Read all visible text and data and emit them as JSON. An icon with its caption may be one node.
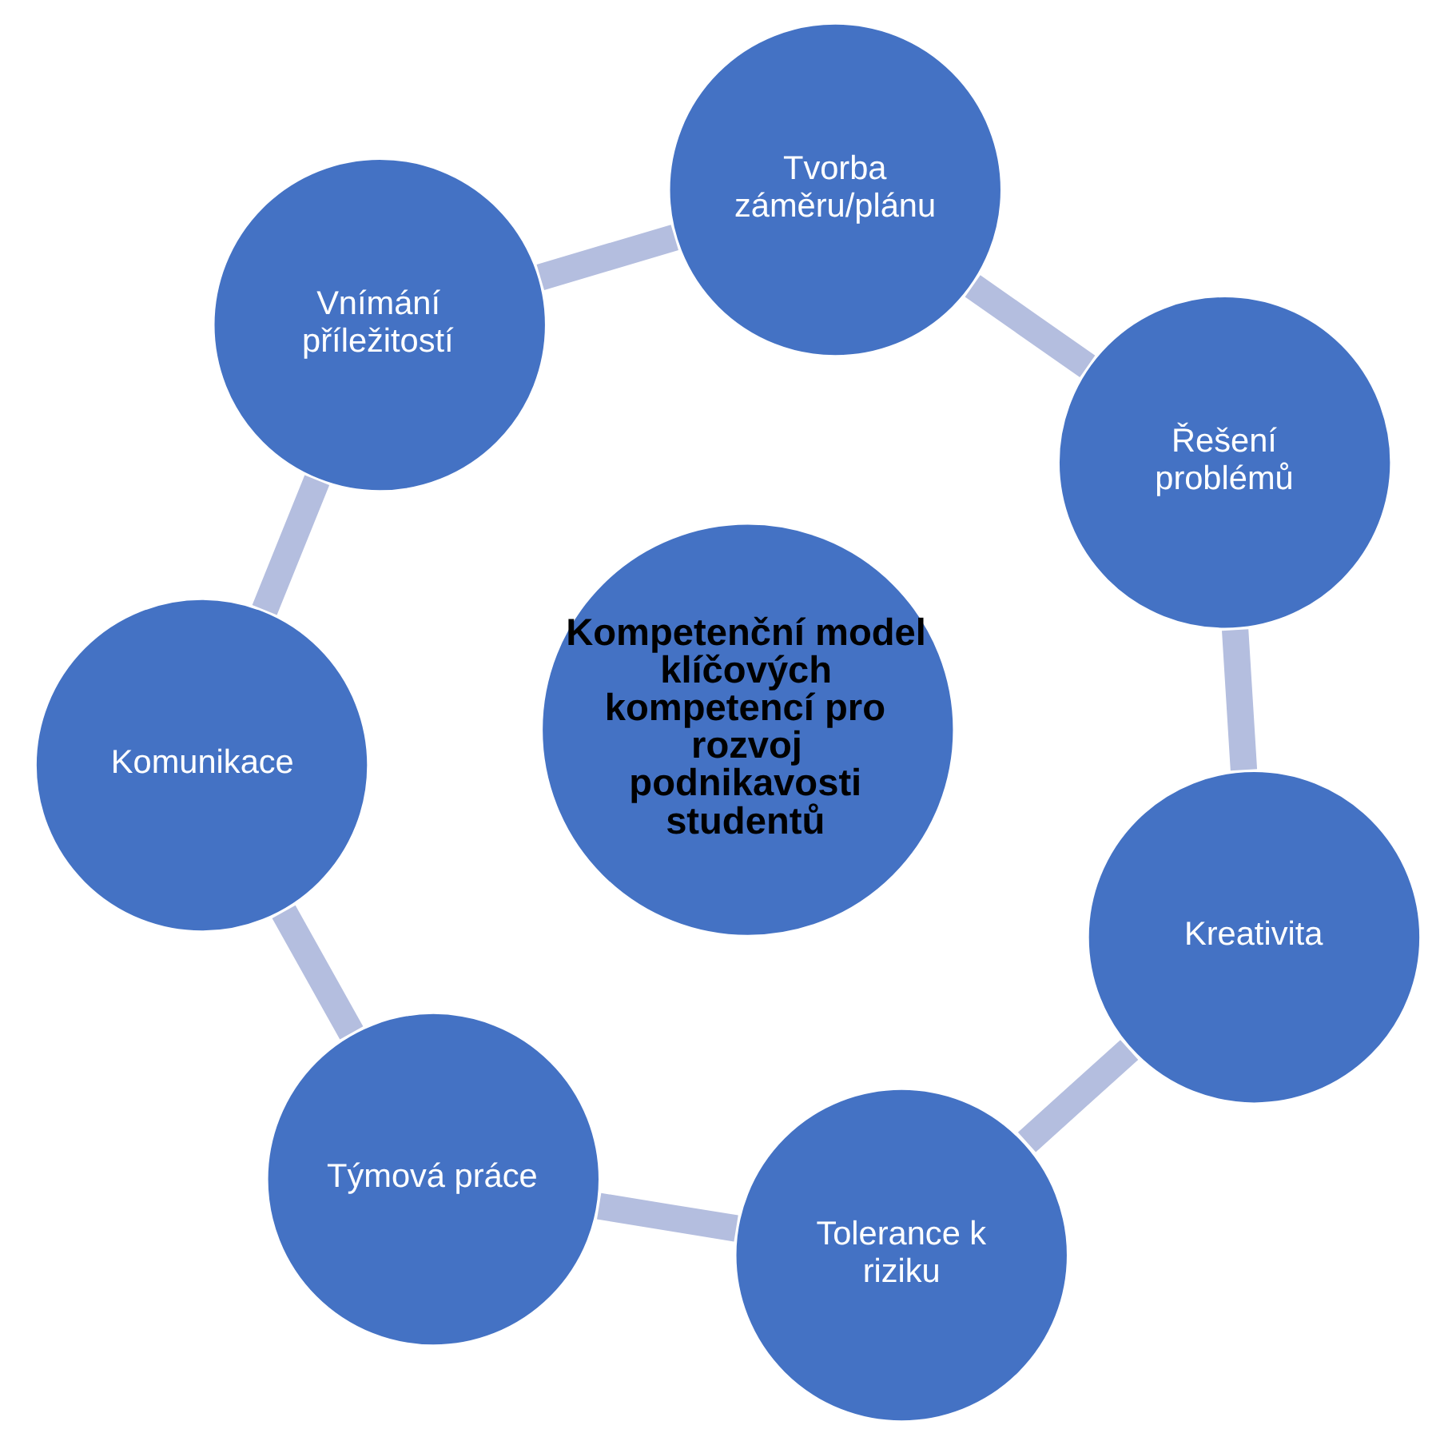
{
  "diagram": {
    "nodes": [
      {
        "text": [
          "Kompetenční model klíčových kompetencí pro rozvoj podnikavosti studentů"
        ]
      },
      {
        "text": [
          "Vnímání příležitostí"
        ]
      },
      {
        "text": [
          "Komunikace"
        ]
      },
      {
        "text": [
          "Týmová práce"
        ]
      },
      {
        "text": [
          "Tolerance k riziku"
        ]
      },
      {
        "text": [
          "Kreativita"
        ]
      },
      {
        "text": [
          "Řešení problémů"
        ]
      },
      {
        "text": [
          "Tvorba záměru/plánu"
        ]
      }
    ],
    "edges": [
      {
        "from": 1,
        "to": 2,
        "arrow": "none"
      },
      {
        "from": 2,
        "to": 3,
        "arrow": "none"
      },
      {
        "from": 3,
        "to": 4,
        "arrow": "none"
      },
      {
        "from": 4,
        "to": 5,
        "arrow": "none"
      },
      {
        "from": 5,
        "to": 6,
        "arrow": "none"
      },
      {
        "from": 6,
        "to": 7,
        "arrow": "none"
      },
      {
        "from": 7,
        "to": 1,
        "arrow": "none"
      }
    ]
  }
}
